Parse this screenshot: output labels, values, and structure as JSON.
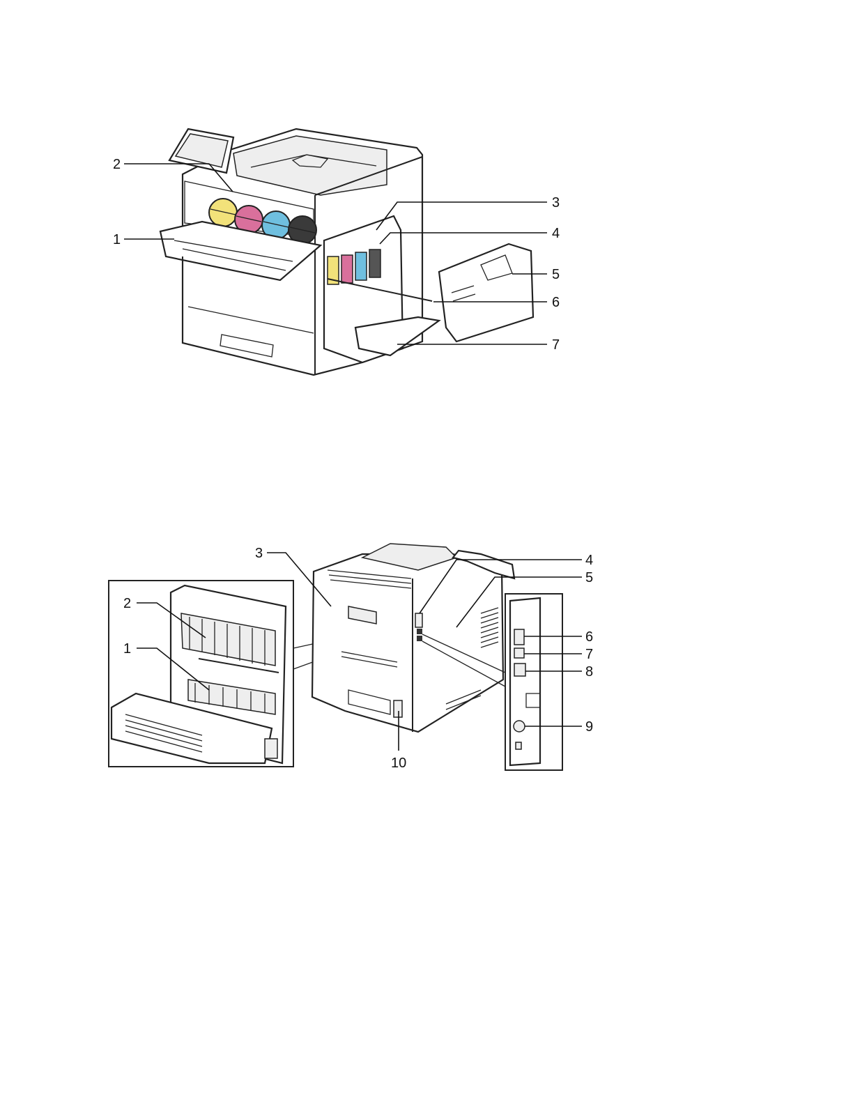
{
  "figures": [
    {
      "id": "front",
      "callouts": [
        "1",
        "2",
        "3",
        "4",
        "5",
        "6",
        "7"
      ]
    },
    {
      "id": "rear",
      "callouts": [
        "1",
        "2",
        "3",
        "4",
        "5",
        "6",
        "7",
        "8",
        "9",
        "10"
      ]
    }
  ],
  "colors": {
    "yellow_toner": "#f2e27a",
    "magenta_toner": "#d9709c",
    "cyan_toner": "#6fbfdf",
    "black_toner": "#3a3a3a",
    "line": "#222222"
  }
}
